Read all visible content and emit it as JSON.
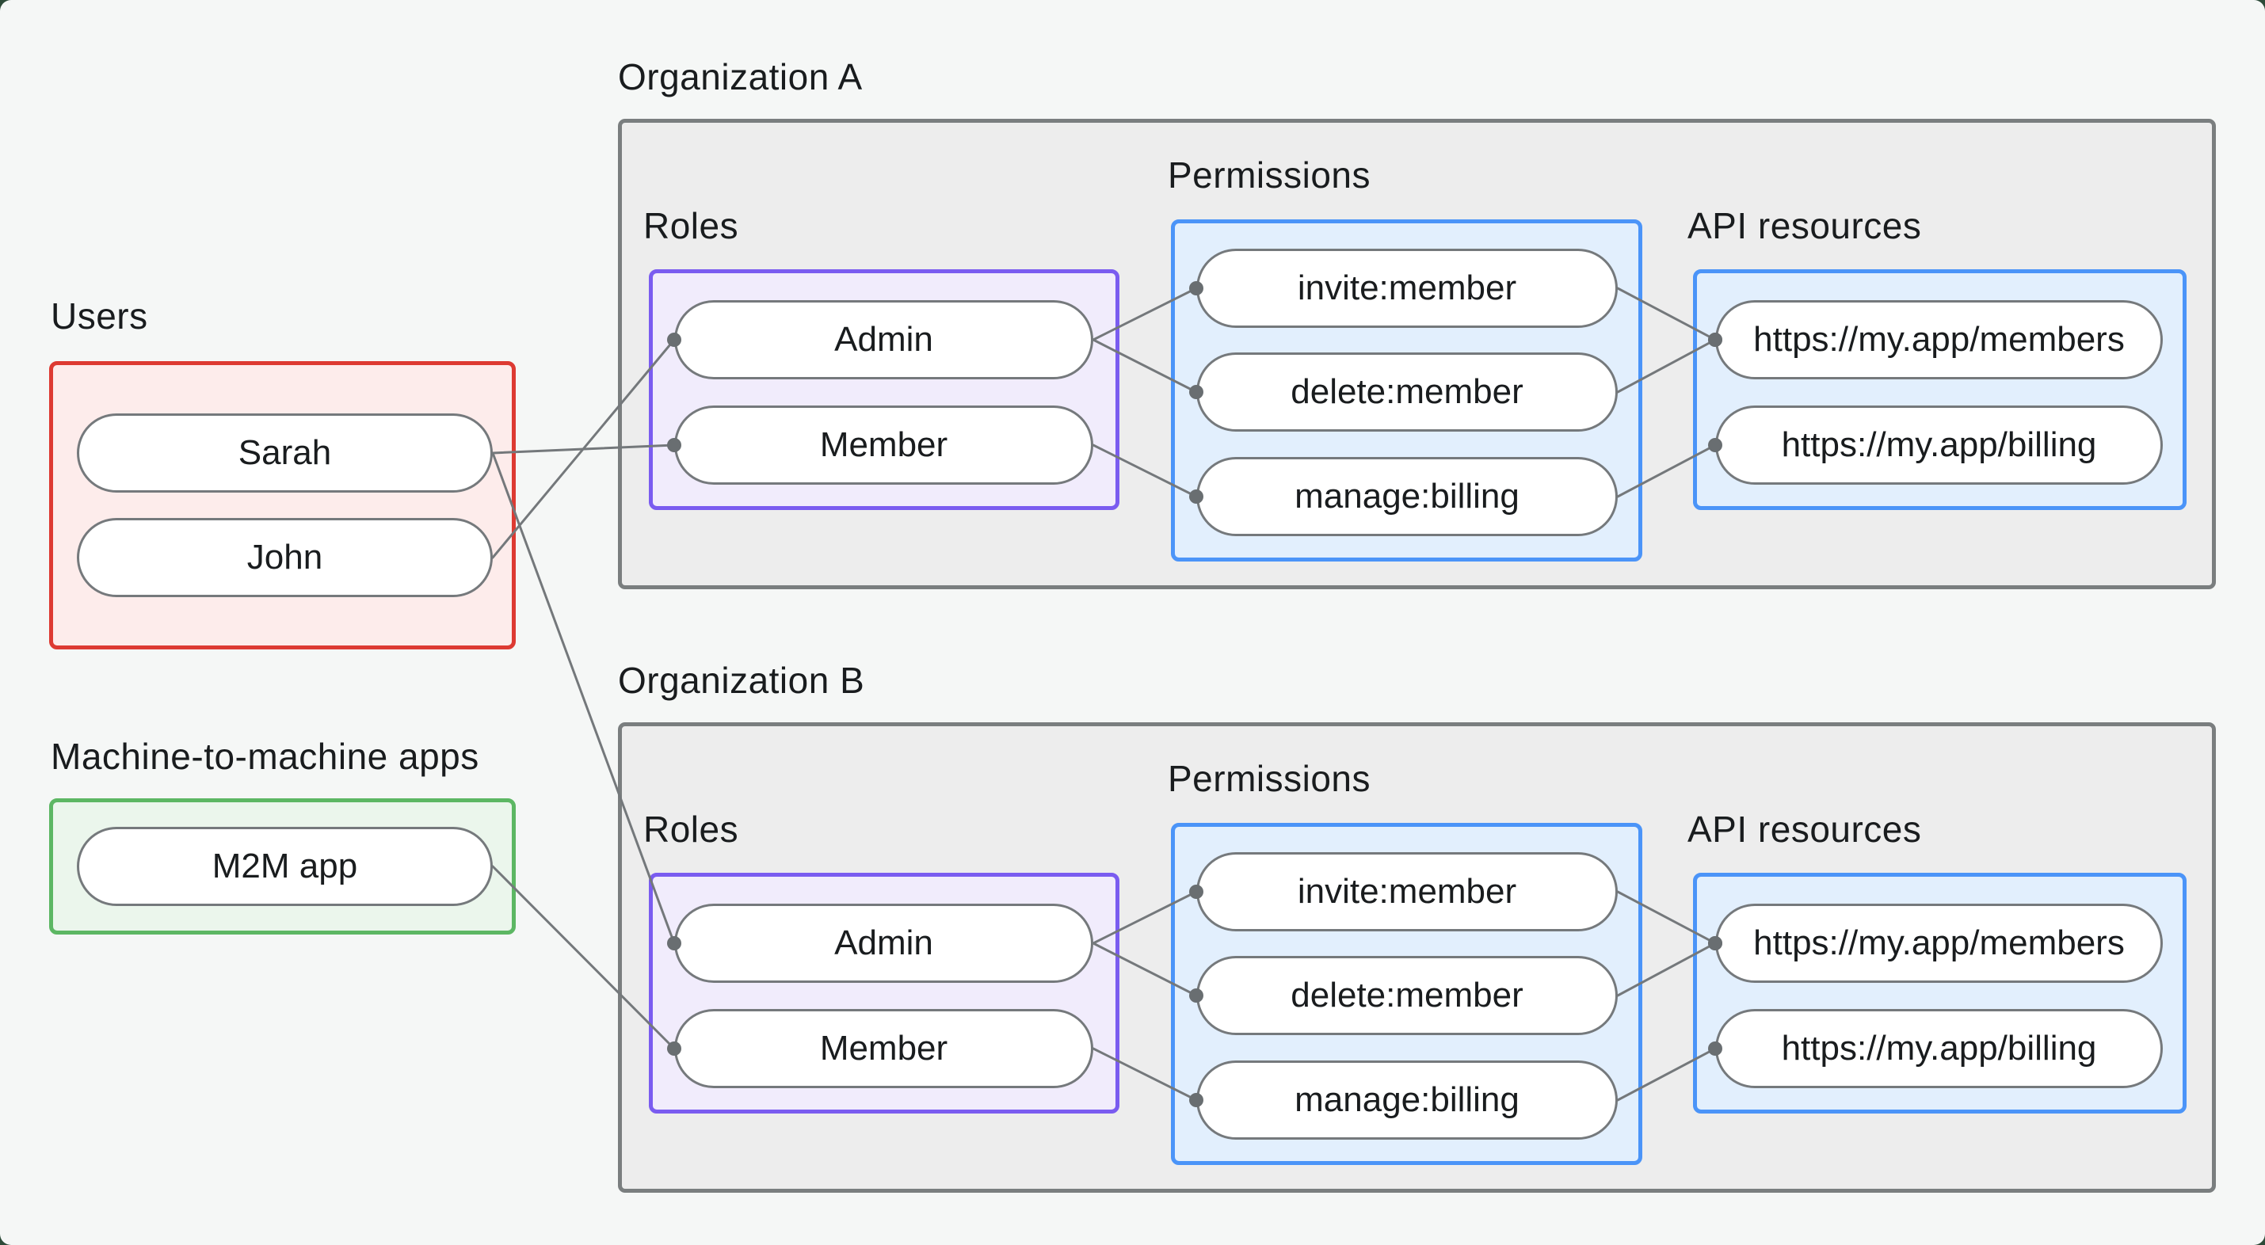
{
  "colors": {
    "outer_bg": "#2d4b39",
    "page_bg": "#f5f7f6",
    "org_box_bg": "#ededed",
    "org_box_border": "#7a7e7f",
    "users_border": "#dd3a32",
    "users_bg": "#fdeceb",
    "m2m_border": "#5cb763",
    "m2m_bg": "#ebf6ec",
    "roles_border": "#7a5cf0",
    "roles_bg": "#f1ecfc",
    "permissions_border": "#4b94f8",
    "permissions_bg": "#e2effd",
    "api_border": "#4b94f8",
    "api_bg": "#e2effd",
    "node_bg": "#ffffff",
    "node_border": "#75797c",
    "wire": "#74787b",
    "dot": "#696e71",
    "text": "#191c1e"
  },
  "left": {
    "users": {
      "label": "Users",
      "items": [
        "Sarah",
        "John"
      ]
    },
    "m2m": {
      "label": "Machine-to-machine apps",
      "items": [
        "M2M app"
      ]
    }
  },
  "organizations": [
    {
      "label": "Organization A",
      "roles": {
        "label": "Roles",
        "items": [
          "Admin",
          "Member"
        ]
      },
      "permissions": {
        "label": "Permissions",
        "items": [
          "invite:member",
          "delete:member",
          "manage:billing"
        ]
      },
      "api_resources": {
        "label": "API resources",
        "items": [
          "https://my.app/members",
          "https://my.app/billing"
        ]
      }
    },
    {
      "label": "Organization B",
      "roles": {
        "label": "Roles",
        "items": [
          "Admin",
          "Member"
        ]
      },
      "permissions": {
        "label": "Permissions",
        "items": [
          "invite:member",
          "delete:member",
          "manage:billing"
        ]
      },
      "api_resources": {
        "label": "API resources",
        "items": [
          "https://my.app/members",
          "https://my.app/billing"
        ]
      }
    }
  ],
  "wire": {
    "stroke_width": 3,
    "dot_radius": 9
  },
  "connections": [
    {
      "from": "sarah",
      "to": "orgA-member"
    },
    {
      "from": "john",
      "to": "orgA-admin"
    },
    {
      "from": "sarah",
      "to": "orgB-admin"
    },
    {
      "from": "m2m-app",
      "to": "orgB-member"
    },
    {
      "from": "orgA-admin",
      "to": "orgA-invite"
    },
    {
      "from": "orgA-admin",
      "to": "orgA-delete"
    },
    {
      "from": "orgA-member",
      "to": "orgA-manage"
    },
    {
      "from": "orgA-invite",
      "to": "orgA-members"
    },
    {
      "from": "orgA-delete",
      "to": "orgA-members"
    },
    {
      "from": "orgA-manage",
      "to": "orgA-billing"
    },
    {
      "from": "orgB-admin",
      "to": "orgB-invite"
    },
    {
      "from": "orgB-admin",
      "to": "orgB-delete"
    },
    {
      "from": "orgB-member",
      "to": "orgB-manage"
    },
    {
      "from": "orgB-invite",
      "to": "orgB-members"
    },
    {
      "from": "orgB-delete",
      "to": "orgB-members"
    },
    {
      "from": "orgB-manage",
      "to": "orgB-billing"
    }
  ]
}
